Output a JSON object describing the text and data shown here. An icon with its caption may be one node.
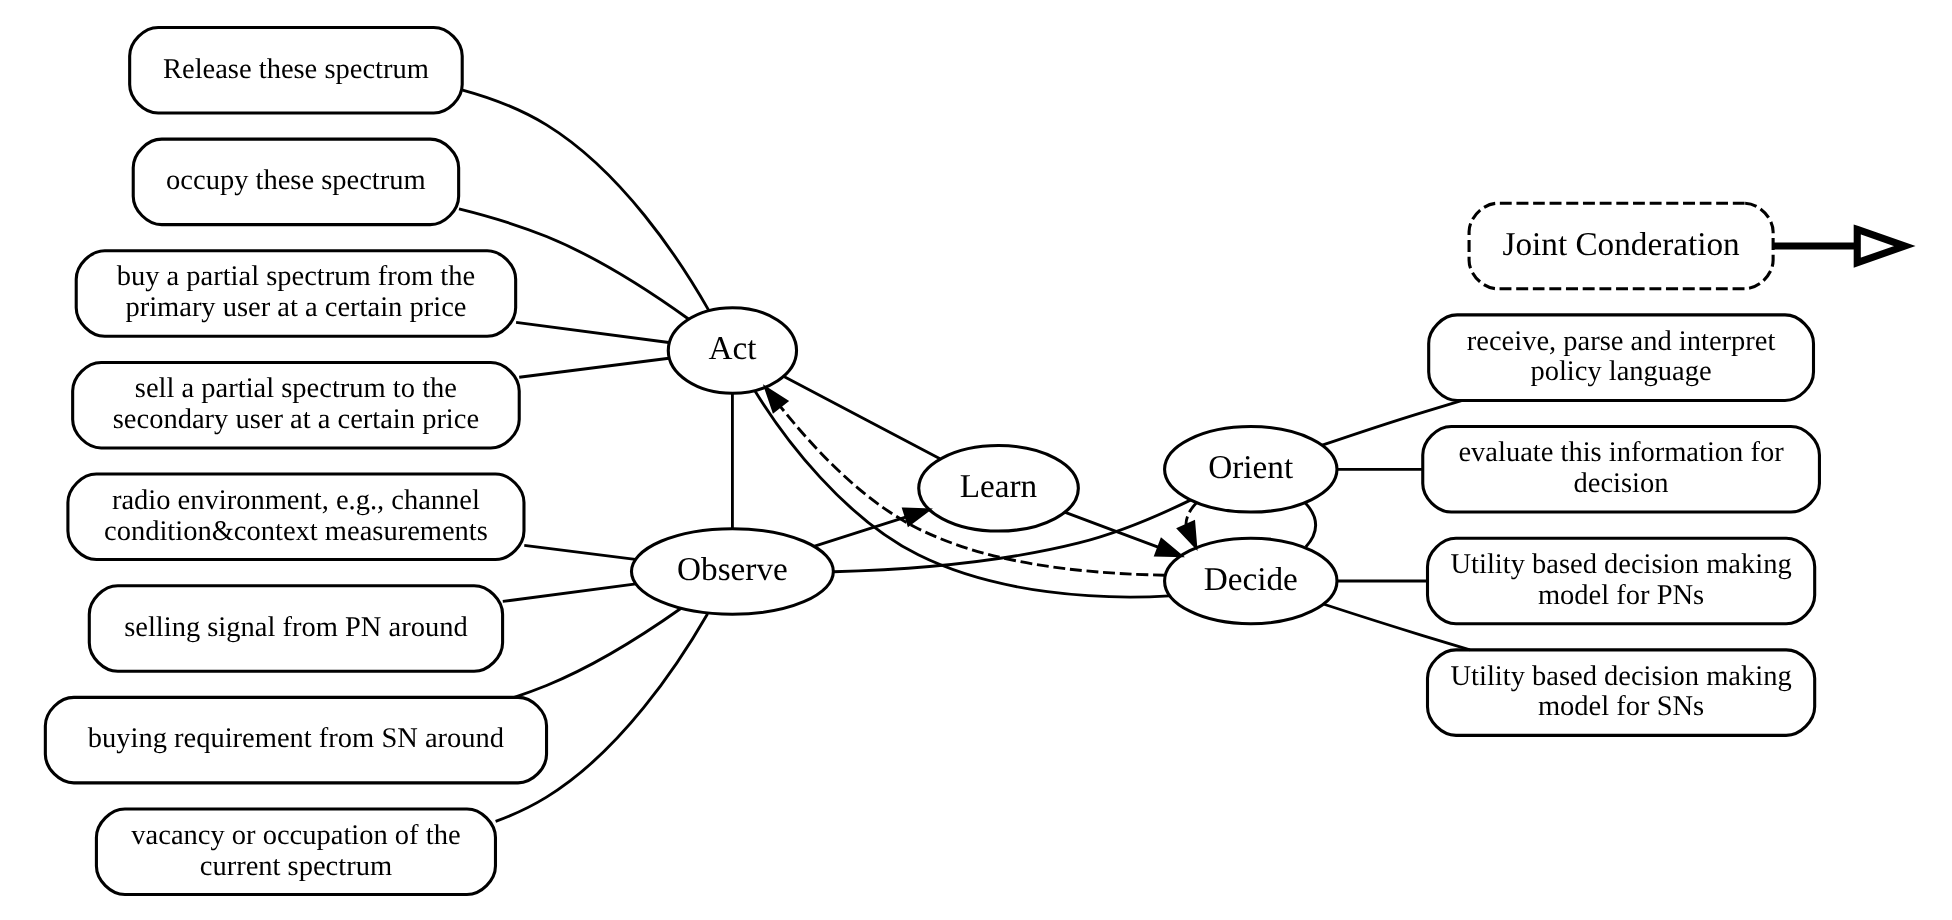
{
  "diagram": {
    "nodes": [
      {
        "text": [
          "radio environment, e.g., channel condition&context measurements"
        ]
      },
      {
        "text": [
          "selling signal from PN around"
        ]
      },
      {
        "text": [
          "buying requirement from SN around"
        ]
      },
      {
        "text": [
          "vacancy or occupation of the current spectrum"
        ]
      },
      {
        "text": [
          "Observe"
        ]
      },
      {
        "text": [
          "Orient"
        ]
      },
      {
        "text": [
          "receive, parse and interpret policy language"
        ]
      },
      {
        "text": [
          "evaluate this information for decision"
        ]
      },
      {
        "text": [
          "Learn"
        ]
      },
      {
        "text": [
          "Release these spectrum"
        ]
      },
      {
        "text": [
          "occupy these spectrum"
        ]
      },
      {
        "text": [
          "buy a partial spectrum from the primary user at a certain price"
        ]
      },
      {
        "text": [
          "sell a partial spectrum to the secondary user at a certain price"
        ]
      },
      {
        "text": [
          "Act"
        ]
      },
      {
        "text": [
          "Decide"
        ]
      },
      {
        "text": [
          "Utility based decision making model for PNs"
        ]
      },
      {
        "text": [
          "Utility based decision making model for SNs"
        ]
      },
      {
        "text": [
          "Joint Conderation"
        ]
      }
    ],
    "edges": [
      {
        "from": 4,
        "to": 5,
        "arrow": "none"
      },
      {
        "from": 5,
        "to": 14,
        "arrow": "none"
      },
      {
        "from": 14,
        "to": 13,
        "arrow": "none"
      },
      {
        "from": 13,
        "to": 4,
        "arrow": "none"
      },
      {
        "from": 4,
        "to": 8,
        "arrow": "to"
      },
      {
        "from": 8,
        "to": 14,
        "arrow": "to"
      },
      {
        "from": 13,
        "to": 8,
        "arrow": "none"
      },
      {
        "from": 5,
        "to": 14,
        "arrow": "to",
        "style": "dashed"
      },
      {
        "from": 14,
        "to": 13,
        "arrow": "to",
        "style": "dashed"
      },
      {
        "from": 17,
        "to": null,
        "arrow": "to",
        "style": "thick"
      },
      {
        "from": 0,
        "to": 4,
        "arrow": "none"
      },
      {
        "from": 1,
        "to": 4,
        "arrow": "none"
      },
      {
        "from": 2,
        "to": 4,
        "arrow": "none"
      },
      {
        "from": 3,
        "to": 4,
        "arrow": "none"
      },
      {
        "from": 5,
        "to": 6,
        "arrow": "none"
      },
      {
        "from": 5,
        "to": 7,
        "arrow": "none"
      },
      {
        "from": 9,
        "to": 13,
        "arrow": "none"
      },
      {
        "from": 10,
        "to": 13,
        "arrow": "none"
      },
      {
        "from": 11,
        "to": 13,
        "arrow": "none"
      },
      {
        "from": 12,
        "to": 13,
        "arrow": "none"
      },
      {
        "from": 14,
        "to": 15,
        "arrow": "none"
      },
      {
        "from": 14,
        "to": 16,
        "arrow": "none"
      }
    ]
  }
}
